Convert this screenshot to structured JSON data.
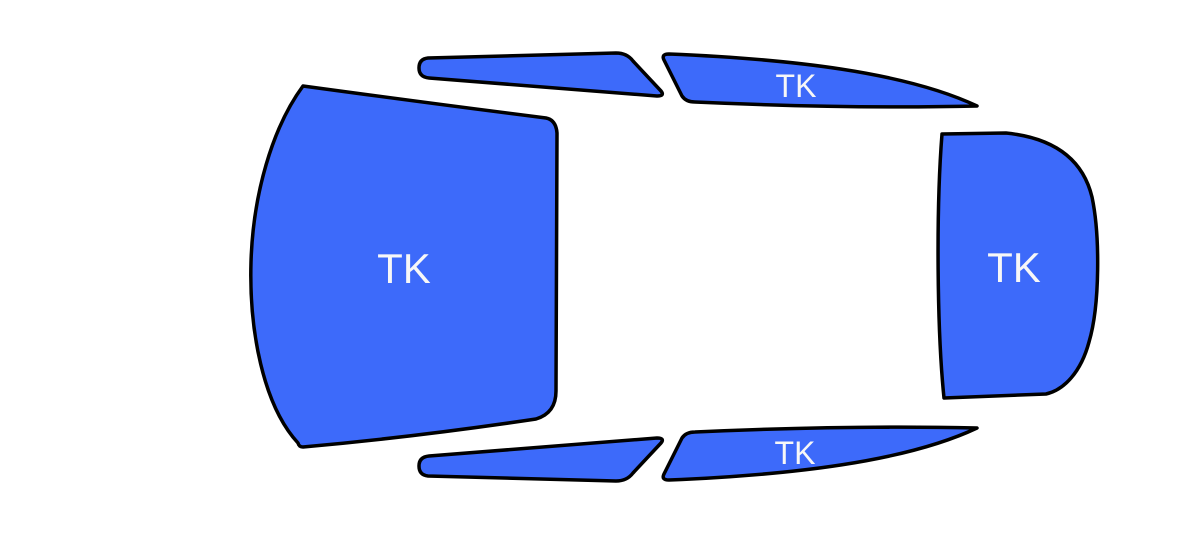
{
  "diagram": {
    "kind": "car-window-tint-kit",
    "labels": {
      "windshield": "TK",
      "rear_window": "TK",
      "rear_side_window_top": "TK",
      "rear_side_window_bottom": "TK"
    },
    "colors": {
      "glass_fill": "#3D6AFA",
      "outline": "#000000",
      "label_text": "#F7F7F7",
      "background": "#FFFFFF"
    }
  }
}
